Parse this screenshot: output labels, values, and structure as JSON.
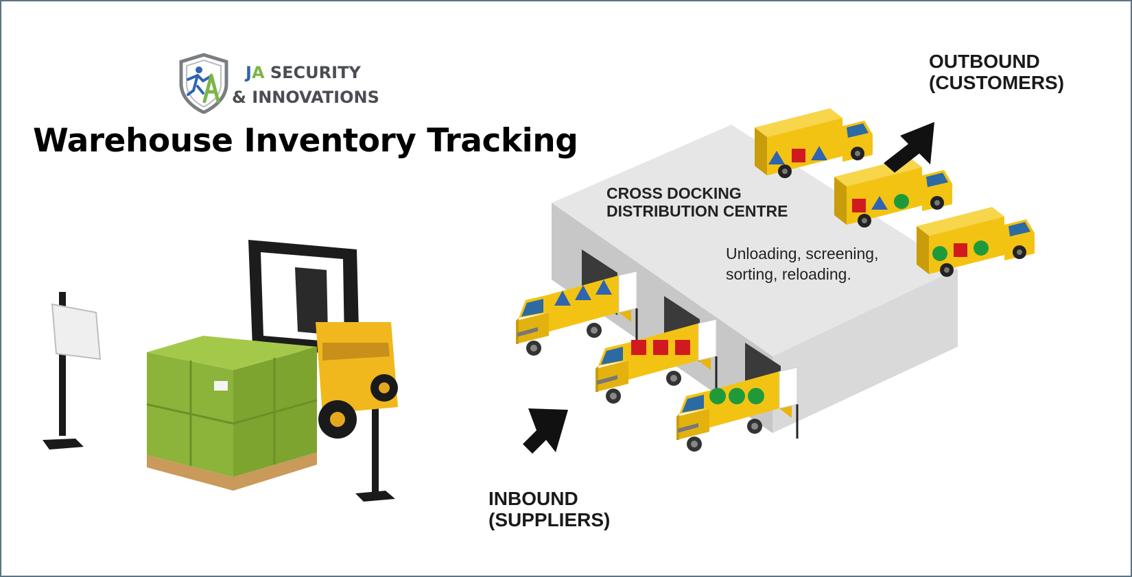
{
  "logo": {
    "brand_initial_j": "J",
    "brand_initial_a": "A",
    "line1_rest": "SECURITY",
    "line2": "& INNOVATIONS",
    "colors": {
      "blue": "#2f64b0",
      "green": "#7bb54a",
      "gray": "#4a4d52"
    }
  },
  "title": "Warehouse Inventory Tracking",
  "diagram": {
    "outbound_line1": "OUTBOUND",
    "outbound_line2": "(CUSTOMERS)",
    "inbound_line1": "INBOUND",
    "inbound_line2": "(SUPPLIERS)",
    "centre_line1": "CROSS DOCKING",
    "centre_line2": "DISTRIBUTION CENTRE",
    "process_line1": "Unloading, screening,",
    "process_line2": "sorting, reloading."
  },
  "colors": {
    "truck_yellow": "#f3c313",
    "cargo_blue": "#2f64b0",
    "cargo_red": "#d01a1f",
    "cargo_green": "#1f9a3a",
    "pallet_green": "#8cb33a",
    "building": "#d3d3d3"
  }
}
